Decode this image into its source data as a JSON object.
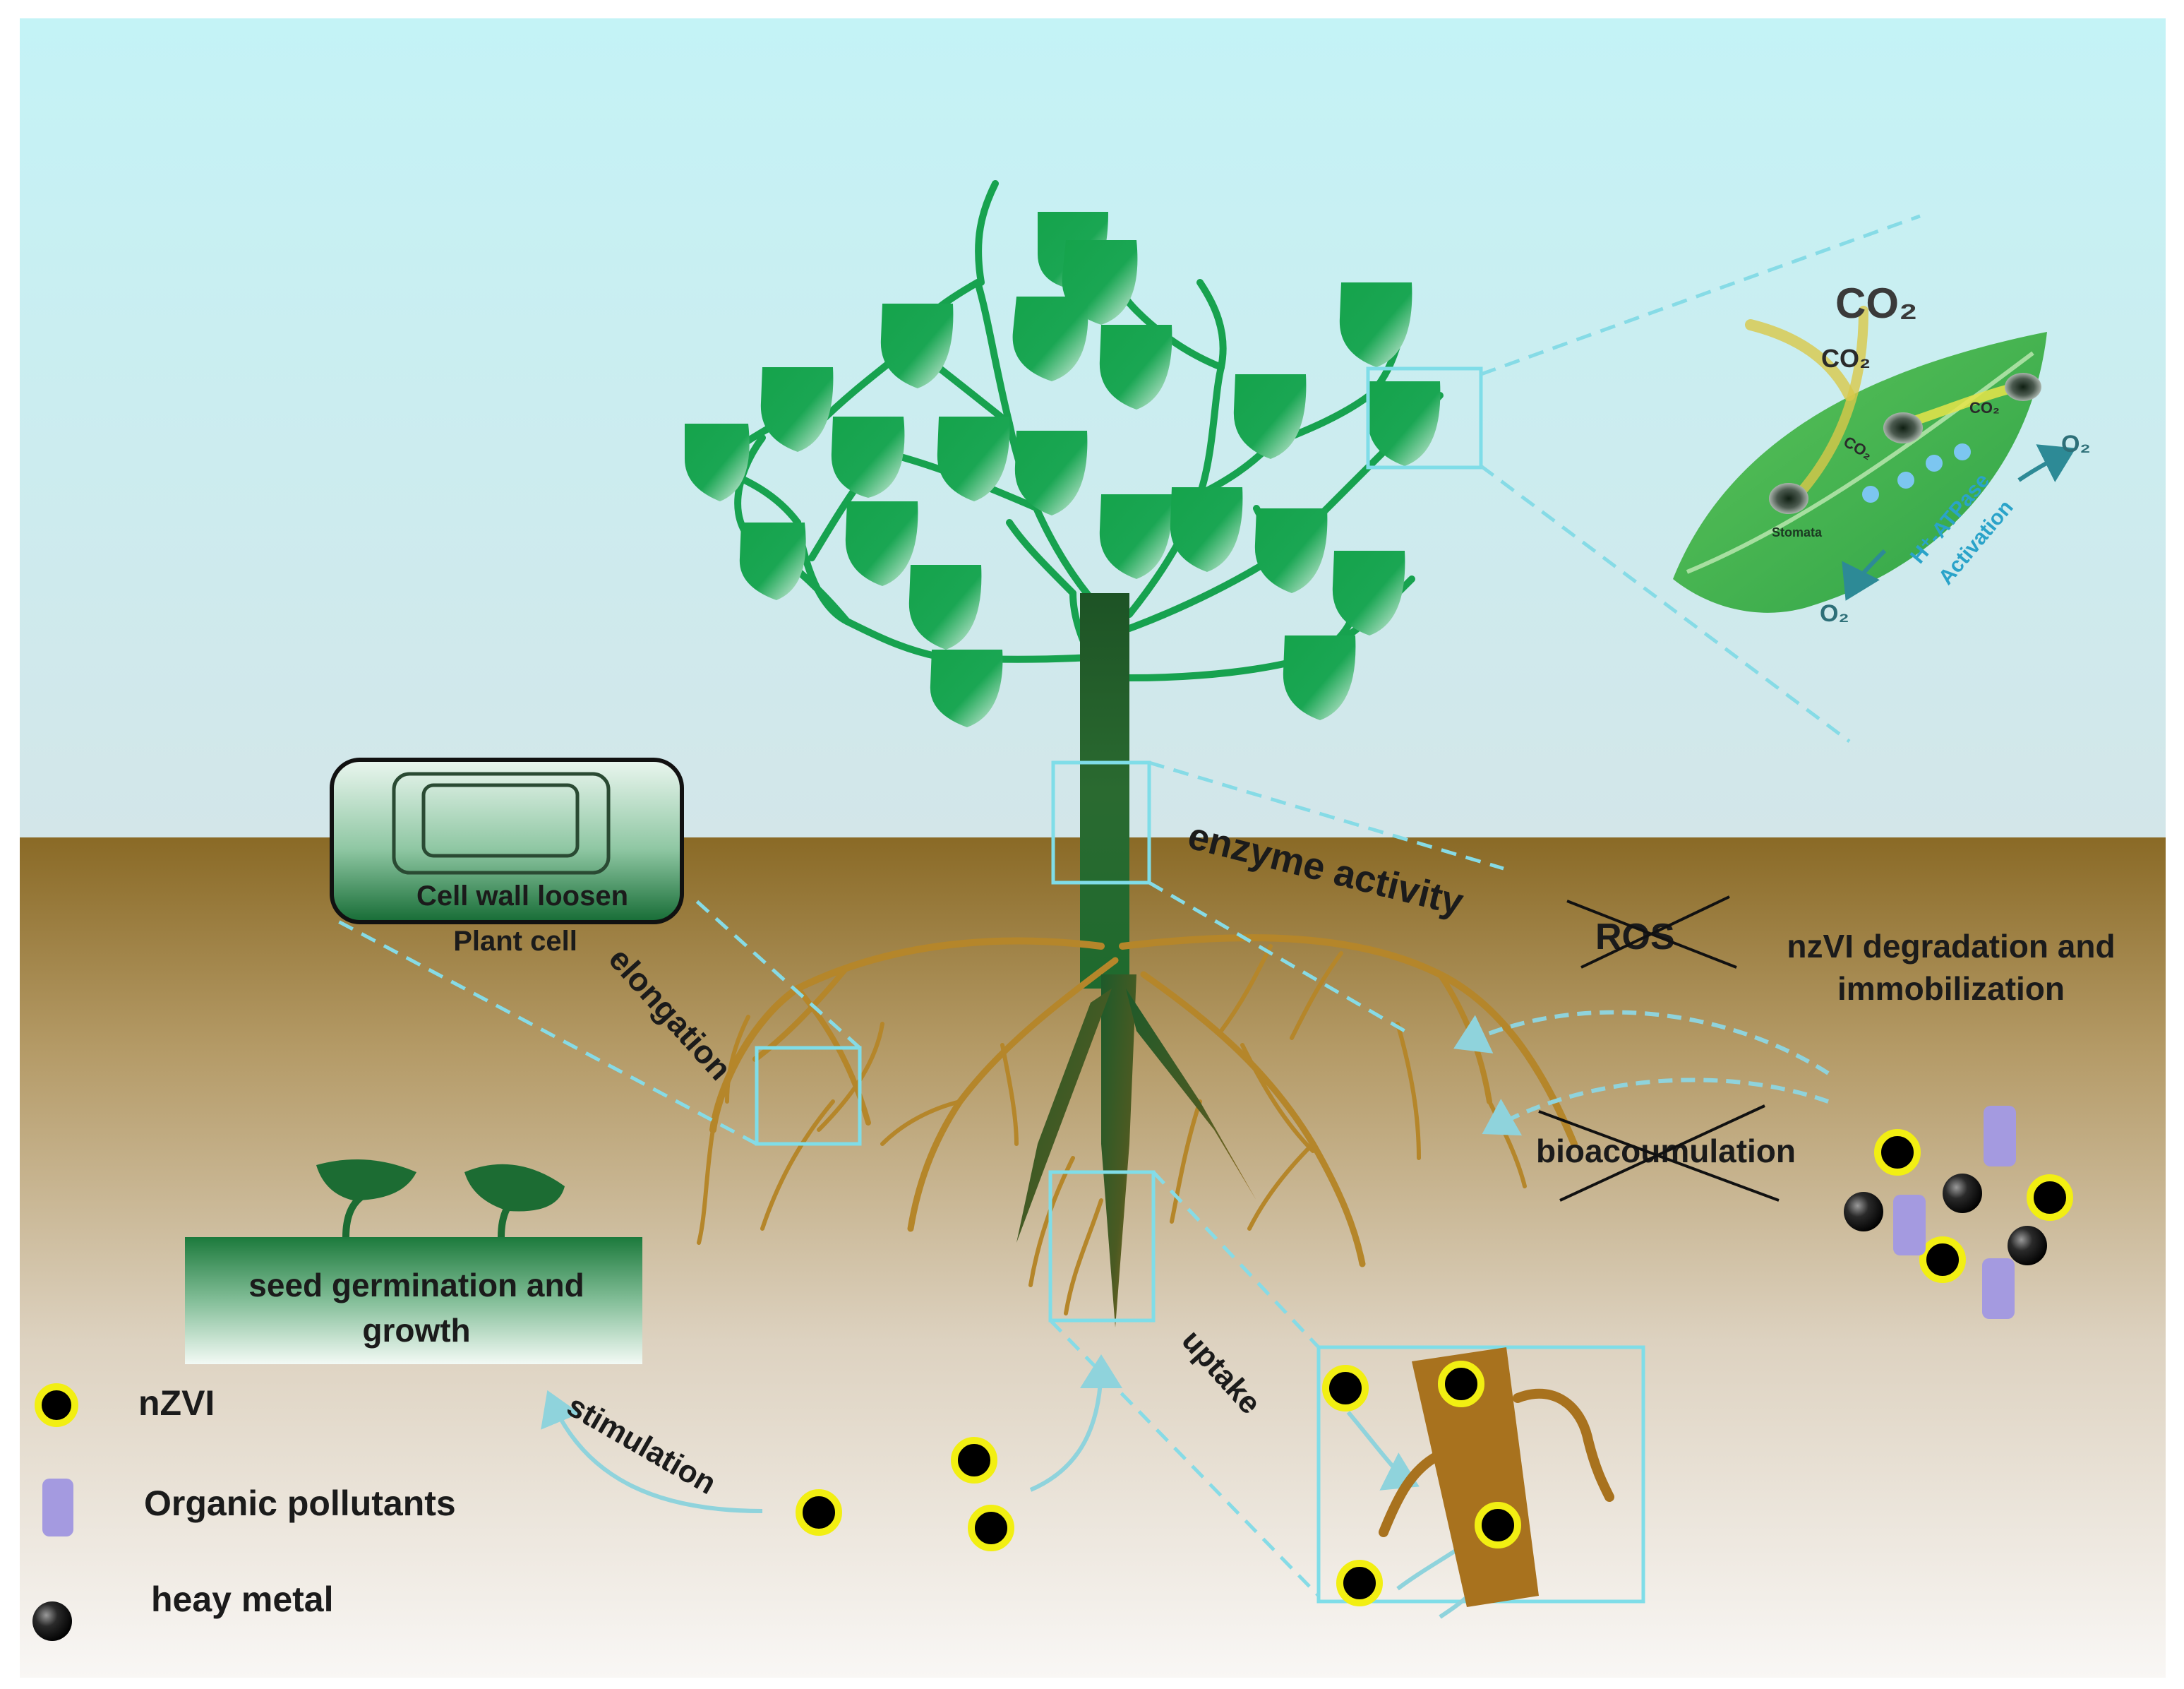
{
  "labels": {
    "cell_wall": "Cell wall loosen",
    "plant_cell": "Plant cell",
    "elongation": "elongation",
    "enzyme_activity": "enzyme activity",
    "ros": "ROS",
    "degradation_line1": "nzVI degradation and",
    "degradation_line2": "immobilization",
    "bioaccumulation": "bioacoumulation",
    "seed_line1": "seed germination and",
    "seed_line2": "growth",
    "stimulation": "stimulation",
    "uptake": "uptake"
  },
  "leaf_inset": {
    "co2_big": "CO₂",
    "co2_a": "CO₂",
    "co2_b": "CO₂",
    "co2_c": "CO₂",
    "o2_right": "O₂",
    "o2_bottom": "O₂",
    "stomata": "Stomata",
    "atpase_line1": "H⁺-ATPase",
    "atpase_line2": "Activation"
  },
  "legend": [
    {
      "icon": "nzvi-particle-icon",
      "label": "nZVI"
    },
    {
      "icon": "organic-pollutant-icon",
      "label": "Organic pollutants"
    },
    {
      "icon": "heavy-metal-icon",
      "label": "heay metal"
    }
  ],
  "colors": {
    "sky_top": "#c4f3f6",
    "sky_bottom": "#d2e8ea",
    "soil_top": "#8a6a26",
    "soil_bottom": "#f7f5f3",
    "leaf": "#18a651",
    "root": "#b5862a",
    "trunk": "#1e5c2a",
    "highlight_box": "#7fdde8",
    "nzvi_ring": "#f2ef12",
    "pollutant": "#a49ae0"
  }
}
